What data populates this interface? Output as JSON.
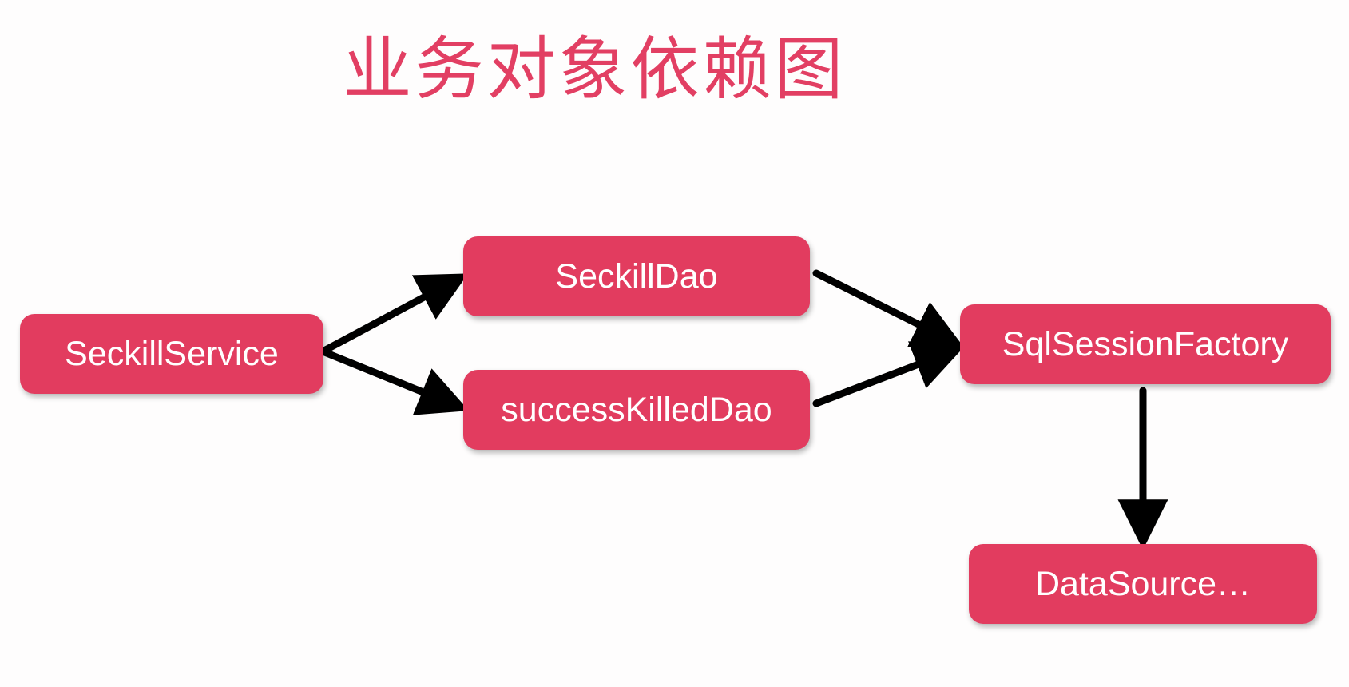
{
  "title": "业务对象依赖图",
  "colors": {
    "title": "#e23f63",
    "node_fill": "#e23c5f",
    "node_text": "#ffffff",
    "arrow": "#000000",
    "background": "#fefdfd"
  },
  "nodes": {
    "seckill_service": "SeckillService",
    "seckill_dao": "SeckillDao",
    "success_killed_dao": "successKilledDao",
    "sql_session_factory": "SqlSessionFactory",
    "datasource": "DataSource…"
  },
  "edges": [
    {
      "from": "SeckillService",
      "to": "SeckillDao"
    },
    {
      "from": "SeckillService",
      "to": "successKilledDao"
    },
    {
      "from": "SeckillDao",
      "to": "SqlSessionFactory"
    },
    {
      "from": "successKilledDao",
      "to": "SqlSessionFactory"
    },
    {
      "from": "SqlSessionFactory",
      "to": "DataSource…"
    }
  ]
}
